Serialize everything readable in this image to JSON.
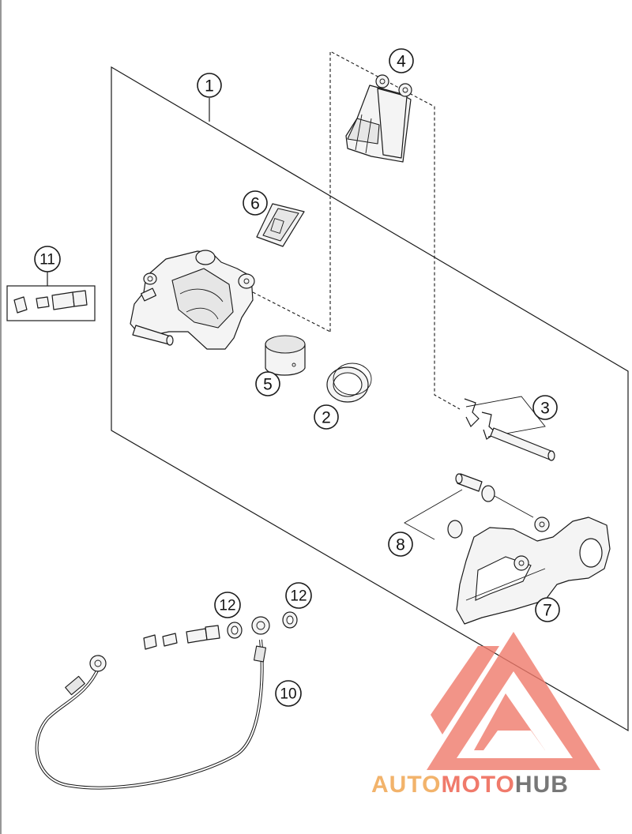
{
  "diagram": {
    "callouts": [
      {
        "id": "c1",
        "label": "1"
      },
      {
        "id": "c2",
        "label": "2"
      },
      {
        "id": "c3",
        "label": "3"
      },
      {
        "id": "c4",
        "label": "4"
      },
      {
        "id": "c5",
        "label": "5"
      },
      {
        "id": "c6",
        "label": "6"
      },
      {
        "id": "c7",
        "label": "7"
      },
      {
        "id": "c8",
        "label": "8"
      },
      {
        "id": "c10",
        "label": "10"
      },
      {
        "id": "c11",
        "label": "11"
      },
      {
        "id": "c12a",
        "label": "12"
      },
      {
        "id": "c12b",
        "label": "12"
      }
    ]
  },
  "watermark": {
    "word1": "AUTO",
    "word2": "MOTO",
    "word3": "HUB",
    "color_light": "#f2b36b",
    "color_mid": "#f07a6b",
    "color_dark": "#777777"
  }
}
